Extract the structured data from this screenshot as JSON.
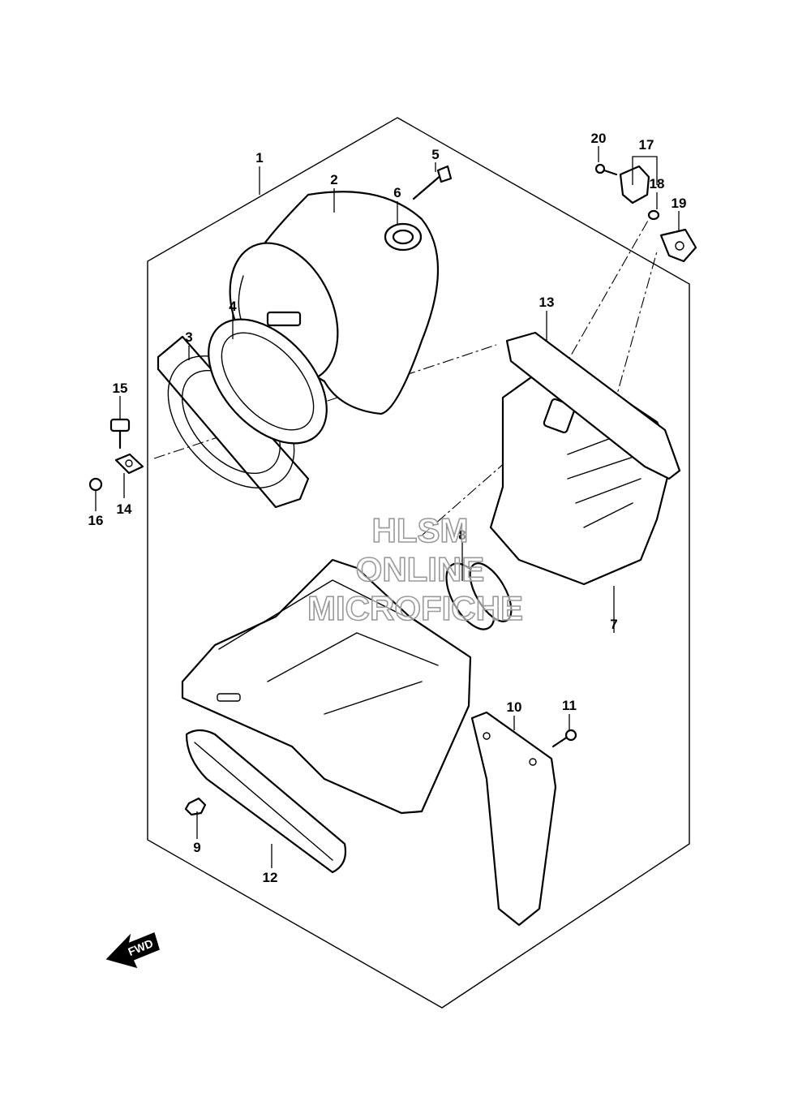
{
  "diagram": {
    "callouts": [
      "1",
      "2",
      "3",
      "4",
      "5",
      "6",
      "7",
      "8",
      "9",
      "10",
      "11",
      "12",
      "13",
      "14",
      "15",
      "16",
      "17",
      "18",
      "19",
      "20"
    ]
  },
  "watermark": {
    "line1": "HLSM",
    "line2": "ONLINE",
    "line3": "MICROFICHE"
  },
  "fwd_arrow": {
    "label": "FWD",
    "icon": "arrow-fwd-icon"
  }
}
